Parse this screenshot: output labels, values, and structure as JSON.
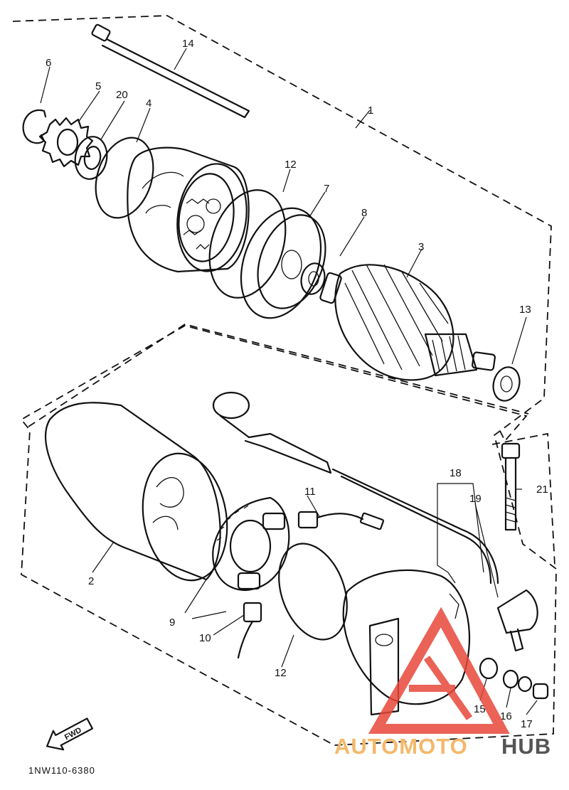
{
  "diagram_code": "1NW110-6380",
  "direction_marker": "FWD",
  "watermark": {
    "part_a": "AUTOMOTO",
    "part_b": "HUB",
    "logo_color": "#e8473a",
    "text_color_a": "#f4b86a",
    "text_color_b": "#555555"
  },
  "callouts": {
    "c1": "1",
    "c2": "2",
    "c3": "3",
    "c4": "4",
    "c5": "5",
    "c6": "6",
    "c7": "7",
    "c8": "8",
    "c9": "9",
    "c10": "10",
    "c11": "11",
    "c12a": "12",
    "c12b": "12",
    "c13": "13",
    "c14": "14",
    "c15": "15",
    "c16": "16",
    "c17": "17",
    "c18": "18",
    "c19": "19",
    "c20": "20",
    "c21": "21"
  }
}
